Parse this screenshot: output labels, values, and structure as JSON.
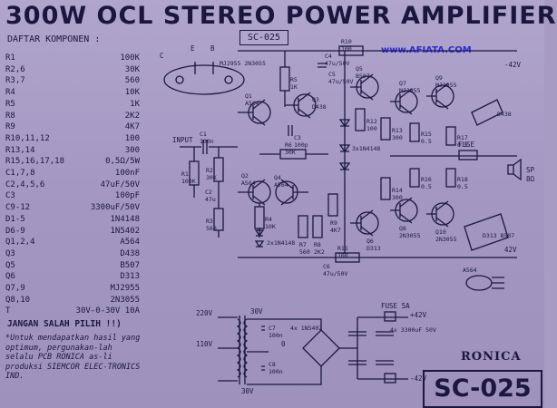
{
  "title": "300W OCL STEREO POWER AMPLIFIER",
  "model_code": "SC-025",
  "website": "www.AFIATA.COM",
  "parts_heading": "DAFTAR KOMPONEN :",
  "parts_list": [
    {
      "ref": "R1",
      "value": "100K"
    },
    {
      "ref": "R2,6",
      "value": "30K"
    },
    {
      "ref": "R3,7",
      "value": "560"
    },
    {
      "ref": "R4",
      "value": "10K"
    },
    {
      "ref": "R5",
      "value": "1K"
    },
    {
      "ref": "R8",
      "value": "2K2"
    },
    {
      "ref": "R9",
      "value": "4K7"
    },
    {
      "ref": "R10,11,12",
      "value": "100"
    },
    {
      "ref": "R13,14",
      "value": "300"
    },
    {
      "ref": "R15,16,17,18",
      "value": "0,5Ω/5W"
    },
    {
      "ref": "C1,7,8",
      "value": "100nF"
    },
    {
      "ref": "C2,4,5,6",
      "value": "47uF/50V"
    },
    {
      "ref": "C3",
      "value": "100pF"
    },
    {
      "ref": "C9-12",
      "value": "3300uF/50V"
    },
    {
      "ref": "D1-5",
      "value": "1N4148"
    },
    {
      "ref": "D6-9",
      "value": "1N5402"
    },
    {
      "ref": "Q1,2,4",
      "value": "A564"
    },
    {
      "ref": "Q3",
      "value": "D438"
    },
    {
      "ref": "Q5",
      "value": "B507"
    },
    {
      "ref": "Q6",
      "value": "D313"
    },
    {
      "ref": "Q7,9",
      "value": "MJ2955"
    },
    {
      "ref": "Q8,10",
      "value": "2N3055"
    },
    {
      "ref": "T",
      "value": "30V-0-30V 10A"
    }
  ],
  "warning": "JANGAN SALAH PILIH !!)",
  "note": "*Untuk mendapatkan hasil yang optimum, pergunakan-lah selalu PCB RONICA as-li produksi SIEMCOR ELEC-TRONICS IND.",
  "brand": "RONICA",
  "schematic": {
    "input_label": "INPUT",
    "fuse_label": "FUSE",
    "fuse_5a_label": "FUSE 5A",
    "speaker_label": "SP",
    "speaker_impedance": "8Ω",
    "v_pos": "+42V",
    "v_neg": "-42V",
    "v_pos_right": "42V",
    "v_mains_220": "220V",
    "v_mains_110": "110V",
    "v_secondary_top": "30V",
    "v_secondary_bottom": "30V",
    "v_zero": "0",
    "rail_cap_label": "4x 3300uF 50V",
    "diode_bridge_label": "4x 1N5402",
    "d1_d2_label": "2x1N4148",
    "d3_d4_label": "3x1N4148",
    "to3_pins_b": "B",
    "to3_pins_e": "E",
    "to3_pins_c": "C",
    "to3_types": "MJ2955 2N3055",
    "a564_pins": "A564",
    "d438_label": "D438",
    "d313_label": "D313 B507",
    "components": [
      {
        "ref": "Q1",
        "label": "A564"
      },
      {
        "ref": "Q2",
        "label": "A564"
      },
      {
        "ref": "Q3",
        "label": "D438"
      },
      {
        "ref": "Q4",
        "label": "A564"
      },
      {
        "ref": "Q5",
        "label": "B507"
      },
      {
        "ref": "Q6",
        "label": "D313"
      },
      {
        "ref": "Q7",
        "label": "MJ2955"
      },
      {
        "ref": "Q8",
        "label": "2N3055"
      },
      {
        "ref": "Q9",
        "label": "MJ2955"
      },
      {
        "ref": "Q10",
        "label": "2N3055"
      },
      {
        "ref": "R1",
        "label": "100K"
      },
      {
        "ref": "R2",
        "label": "30K"
      },
      {
        "ref": "R3",
        "label": "560"
      },
      {
        "ref": "R4",
        "label": "10K"
      },
      {
        "ref": "R5",
        "label": "1K"
      },
      {
        "ref": "R6",
        "label": "30K"
      },
      {
        "ref": "R7",
        "label": "560"
      },
      {
        "ref": "R8",
        "label": "2K2"
      },
      {
        "ref": "R9",
        "label": "4K7"
      },
      {
        "ref": "R10",
        "label": "100"
      },
      {
        "ref": "R11",
        "label": "100"
      },
      {
        "ref": "R12",
        "label": "100"
      },
      {
        "ref": "R13",
        "label": "300"
      },
      {
        "ref": "R14",
        "label": "300"
      },
      {
        "ref": "R15",
        "label": "0.5"
      },
      {
        "ref": "R16",
        "label": "0.5"
      },
      {
        "ref": "R17",
        "label": "0.5"
      },
      {
        "ref": "R18",
        "label": "0.5"
      },
      {
        "ref": "C1",
        "label": "100n"
      },
      {
        "ref": "C2",
        "label": "47u"
      },
      {
        "ref": "C3",
        "label": "100p"
      },
      {
        "ref": "C4",
        "label": "47u/50V"
      },
      {
        "ref": "C5",
        "label": "47u/50V"
      },
      {
        "ref": "C6",
        "label": "47u/50V"
      },
      {
        "ref": "C7",
        "label": "100n"
      },
      {
        "ref": "C8",
        "label": "100n"
      }
    ]
  },
  "colors": {
    "background": "#a79bc4",
    "ink": "#1b1740",
    "website": "#2c2bd8"
  }
}
